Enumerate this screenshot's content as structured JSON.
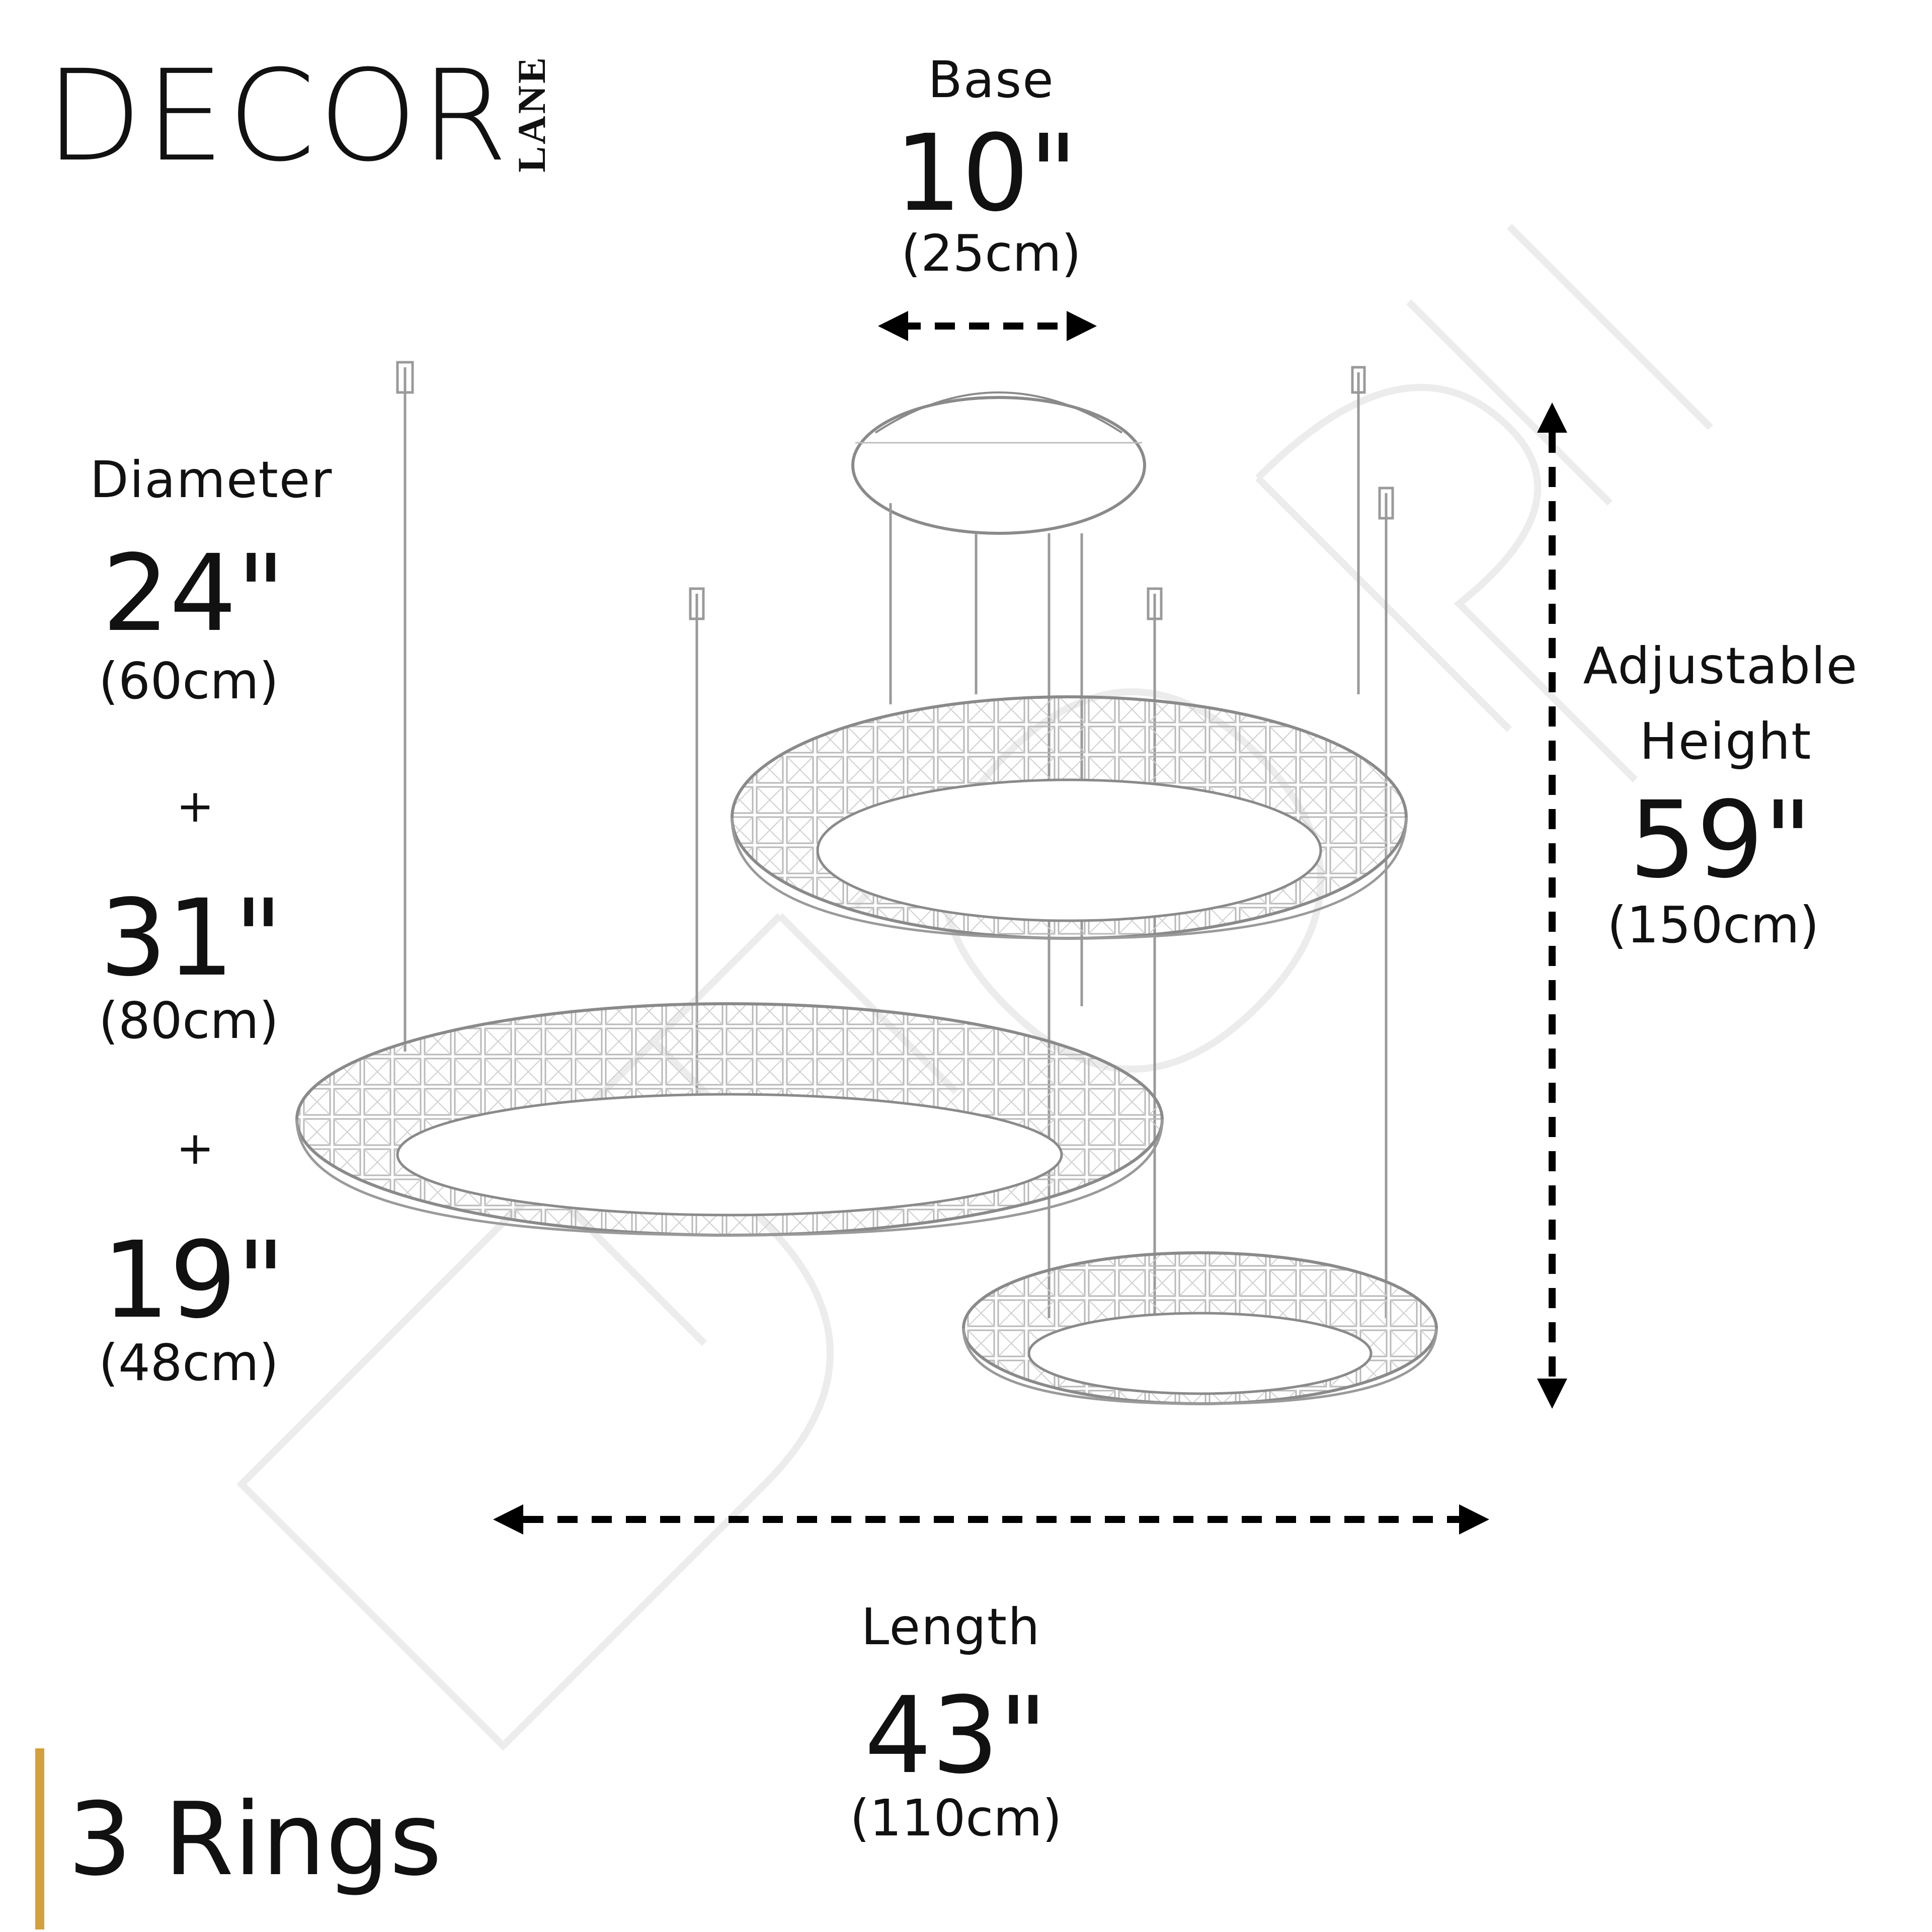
{
  "brand": {
    "main": "DECOR",
    "sub": "LANE"
  },
  "base": {
    "label": "Base",
    "inch": "10\"",
    "cm": "(25cm)"
  },
  "diameter": {
    "label": "Diameter",
    "plus": "+",
    "rings": [
      {
        "inch": "24\"",
        "cm": "(60cm)"
      },
      {
        "inch": "31\"",
        "cm": "(80cm)"
      },
      {
        "inch": "19\"",
        "cm": "(48cm)"
      }
    ]
  },
  "height": {
    "label_line1": "Adjustable",
    "label_line2": "Height",
    "inch": "59\"",
    "cm": "(150cm)"
  },
  "length": {
    "label": "Length",
    "inch": "43\"",
    "cm": "(110cm)"
  },
  "tagline": "3 Rings",
  "colors": {
    "accent": "#d4a03c",
    "text": "#111111",
    "watermark": "#ececec"
  },
  "icons": [
    "dimension-arrow-horizontal",
    "dimension-arrow-vertical"
  ]
}
